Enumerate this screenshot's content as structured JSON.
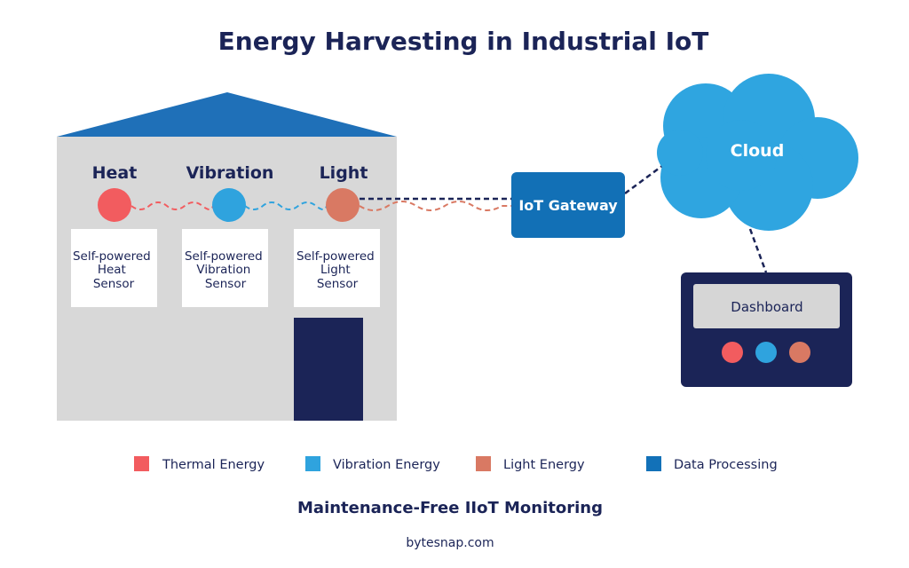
{
  "title": "Energy Harvesting in Industrial IoT",
  "sources": [
    {
      "label": "Heat",
      "sensor": [
        "Self-powered",
        "Heat",
        "Sensor"
      ],
      "color": "#f25c5f"
    },
    {
      "label": "Vibration",
      "sensor": [
        "Self-powered",
        "Vibration",
        "Sensor"
      ],
      "color": "#2fa3de"
    },
    {
      "label": "Light",
      "sensor": [
        "Self-powered",
        "Light",
        "Sensor"
      ],
      "color": "#d97963"
    }
  ],
  "gateway": "IoT Gateway",
  "cloud": "Cloud",
  "dashboard": "Dashboard",
  "legend": [
    {
      "label": "Thermal Energy",
      "color": "#f25c5f"
    },
    {
      "label": "Vibration Energy",
      "color": "#2fa3de"
    },
    {
      "label": "Light Energy",
      "color": "#d97963"
    },
    {
      "label": "Data Processing",
      "color": "#1271b8"
    }
  ],
  "subtitle": "Maintenance-Free IIoT Monitoring",
  "source_credit": "bytesnap.com",
  "colors": {
    "navy": "#1b2457",
    "building": "#d8d8d8",
    "roof": "#1f70b8",
    "gateway": "#1270b6",
    "cloud": "#2fa5e0",
    "screen": "#d6d6d6"
  }
}
